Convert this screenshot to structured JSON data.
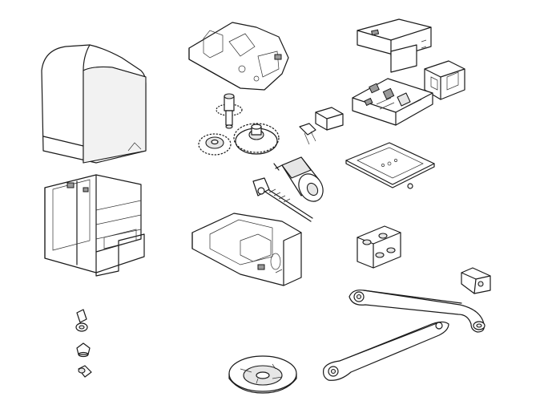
{
  "diagram": {
    "type": "exploded-parts-view",
    "background": "#ffffff",
    "line_color": "#1a1a1a",
    "shade_color": "#e6e6e6",
    "parts": [
      {
        "id": "cover",
        "icon": "motor-cover-icon"
      },
      {
        "id": "frame",
        "icon": "chassis-frame-icon"
      },
      {
        "id": "upper-housing",
        "icon": "upper-housing-icon"
      },
      {
        "id": "small-gear",
        "icon": "pinion-gear-icon"
      },
      {
        "id": "gear-train",
        "icon": "gear-train-icon"
      },
      {
        "id": "connector",
        "icon": "connector-icon"
      },
      {
        "id": "motor",
        "icon": "electric-motor-icon"
      },
      {
        "id": "worm-shaft",
        "icon": "worm-shaft-icon"
      },
      {
        "id": "lower-housing",
        "icon": "lower-housing-icon"
      },
      {
        "id": "board-cover",
        "icon": "board-cover-icon"
      },
      {
        "id": "transformer",
        "icon": "transformer-icon"
      },
      {
        "id": "control-board",
        "icon": "circuit-board-icon"
      },
      {
        "id": "mounting-plate",
        "icon": "mounting-plate-icon"
      },
      {
        "id": "limit-block",
        "icon": "limit-switch-block-icon"
      },
      {
        "id": "release-lever",
        "icon": "release-lever-icon"
      },
      {
        "id": "knob",
        "icon": "knob-icon"
      },
      {
        "id": "key",
        "icon": "key-icon"
      },
      {
        "id": "base-disc",
        "icon": "base-disc-icon"
      },
      {
        "id": "straight-arm",
        "icon": "straight-arm-icon"
      },
      {
        "id": "curved-arm",
        "icon": "curved-arm-icon"
      },
      {
        "id": "bracket",
        "icon": "bracket-icon"
      }
    ]
  }
}
